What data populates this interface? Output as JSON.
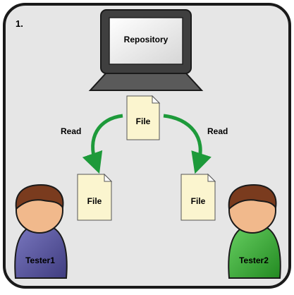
{
  "panel": {
    "step_number": "1."
  },
  "repository": {
    "label": "Repository"
  },
  "files": {
    "source": {
      "label": "File"
    },
    "left_copy": {
      "label": "File"
    },
    "right_copy": {
      "label": "File"
    }
  },
  "arrows": {
    "left": {
      "label": "Read"
    },
    "right": {
      "label": "Read"
    }
  },
  "testers": [
    {
      "label": "Tester1",
      "body_color": "#5b58a0"
    },
    {
      "label": "Tester2",
      "body_color": "#3fae3c"
    }
  ],
  "colors": {
    "panel_background": "#e6e6e6",
    "arrow": "#1d9a3a",
    "file": "#fbf5cf",
    "monitor": "#4a4a4a",
    "screen": "#f2f2f2",
    "face": "#f1b98c",
    "hair": "#7a3b1e"
  }
}
